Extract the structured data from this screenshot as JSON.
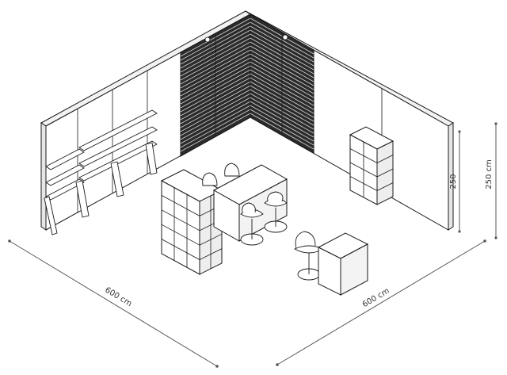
{
  "diagram": {
    "dimensions": {
      "front_left": "600 cm",
      "front_right": "600 cm",
      "wall_height": "250",
      "total_height": "250 cm"
    },
    "colors": {
      "line": "#1a1a1a",
      "dimension": "#555555",
      "wall_fill": "#ffffff",
      "panel_fill": "#2b2b2b",
      "floor_fill": "#ffffff"
    }
  }
}
